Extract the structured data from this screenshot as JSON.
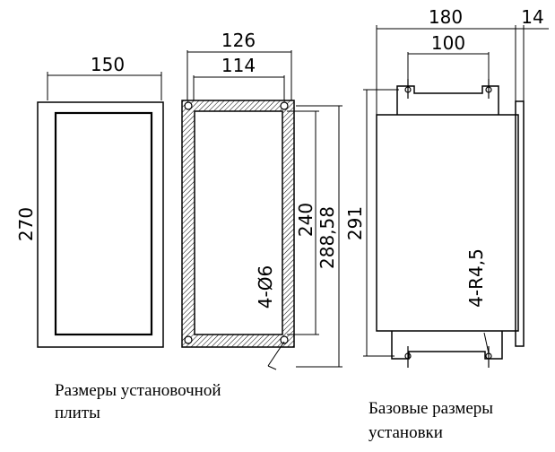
{
  "panel_front": {
    "width_dim": "150",
    "height_dim": "270"
  },
  "mounting_plate": {
    "outer_width_dim": "126",
    "hole_spacing_dim": "114",
    "hole_height_dim": "240",
    "outer_height_dim": "288,58",
    "hole_note": "4-Ø6",
    "caption_line1": "Размеры установочной",
    "caption_line2": "плиты"
  },
  "base_mount": {
    "width_dim": "180",
    "flange_dim": "14",
    "inner_width_dim": "100",
    "height_dim": "291",
    "slot_note": "4-R4,5",
    "caption_line1": "Базовые размеры",
    "caption_line2": "установки"
  },
  "colors": {
    "line": "#000000",
    "background": "#ffffff"
  }
}
